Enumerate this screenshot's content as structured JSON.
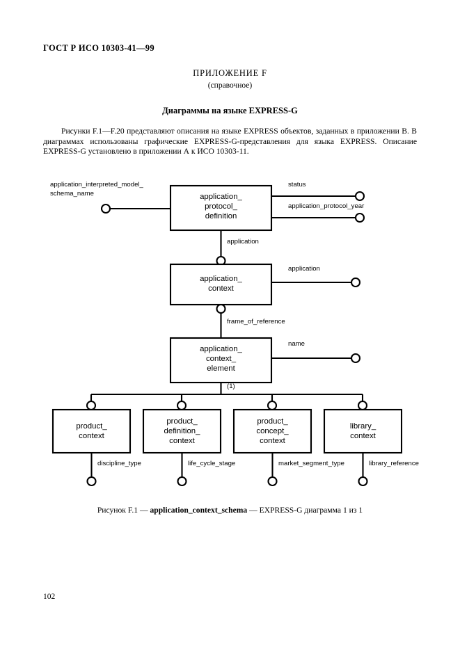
{
  "document": {
    "standard_header": "ГОСТ Р ИСО 10303-41—99",
    "annex_title": "ПРИЛОЖЕНИЕ F",
    "annex_subtitle": "(справочное)",
    "section_title": "Диаграммы на языке EXPRESS-G",
    "intro_paragraph": "Рисунки F.1—F.20 представляют описания на языке EXPRESS объектов, заданных в приложении В. В диаграммах использованы графические EXPRESS-G-представления для языка EXPRESS. Описание EXPRESS-G установлено в приложении А к ИСО 10303-11.",
    "figure_caption_prefix": "Рисунок F.1 — ",
    "figure_caption_schema": "application_context_schema",
    "figure_caption_suffix": " — EXPRESS-G диаграмма 1 из 1",
    "page_number": "102"
  },
  "diagram": {
    "type": "express-g",
    "entities": [
      {
        "id": "application_protocol_definition",
        "lines": [
          "application_",
          "protocol_",
          "definition"
        ]
      },
      {
        "id": "application_context",
        "lines": [
          "application_",
          "context"
        ]
      },
      {
        "id": "application_context_element",
        "lines": [
          "application_",
          "context_",
          "element"
        ]
      },
      {
        "id": "product_context",
        "lines": [
          "product_",
          "context"
        ]
      },
      {
        "id": "product_definition_context",
        "lines": [
          "product_",
          "definition_",
          "context"
        ]
      },
      {
        "id": "product_concept_context",
        "lines": [
          "product_",
          "concept_",
          "context"
        ]
      },
      {
        "id": "library_context",
        "lines": [
          "library_",
          "context"
        ]
      }
    ],
    "attributes": [
      {
        "id": "application_interpreted_model_schema_name",
        "lines": [
          "application_interpreted_model_",
          "schema_name"
        ],
        "owner": "application_protocol_definition",
        "side": "left"
      },
      {
        "id": "status",
        "lines": [
          "status"
        ],
        "owner": "application_protocol_definition",
        "side": "right"
      },
      {
        "id": "application_protocol_year",
        "lines": [
          "application_protocol_year"
        ],
        "owner": "application_protocol_definition",
        "side": "right"
      },
      {
        "id": "application_rel",
        "lines": [
          "application"
        ],
        "owner": "application_protocol_definition",
        "side": "bottom"
      },
      {
        "id": "application_attr",
        "lines": [
          "application"
        ],
        "owner": "application_context",
        "side": "right"
      },
      {
        "id": "frame_of_reference",
        "lines": [
          "frame_of_reference"
        ],
        "owner": "application_context",
        "side": "bottom"
      },
      {
        "id": "name",
        "lines": [
          "name"
        ],
        "owner": "application_context_element",
        "side": "right"
      },
      {
        "id": "discipline_type",
        "lines": [
          "discipline_type"
        ],
        "owner": "product_context",
        "side": "bottom"
      },
      {
        "id": "life_cycle_stage",
        "lines": [
          "life_cycle_stage"
        ],
        "owner": "product_definition_context",
        "side": "bottom"
      },
      {
        "id": "market_segment_type",
        "lines": [
          "market_segment_type"
        ],
        "owner": "product_concept_context",
        "side": "bottom"
      },
      {
        "id": "library_reference",
        "lines": [
          "library_reference"
        ],
        "owner": "library_context",
        "side": "bottom"
      }
    ],
    "cardinality_label": "(1)",
    "line_color": "#000000",
    "box_fill": "#ffffff"
  },
  "labels": {
    "apd_l1": "application_",
    "apd_l2": "protocol_",
    "apd_l3": "definition",
    "ac_l1": "application_",
    "ac_l2": "context",
    "ace_l1": "application_",
    "ace_l2": "context_",
    "ace_l3": "element",
    "pc_l1": "product_",
    "pc_l2": "context",
    "pdc_l1": "product_",
    "pdc_l2": "definition_",
    "pdc_l3": "context",
    "pcc_l1": "product_",
    "pcc_l2": "concept_",
    "pcc_l3": "context",
    "lc_l1": "library_",
    "lc_l2": "context",
    "aim_l1": "application_interpreted_model_",
    "aim_l2": "schema_name",
    "status": "status",
    "apy": "application_protocol_year",
    "application_down": "application",
    "application_right": "application",
    "frame_of_reference": "frame_of_reference",
    "name": "name",
    "cardinality": "(1)",
    "discipline_type": "discipline_type",
    "life_cycle_stage": "life_cycle_stage",
    "market_segment_type": "market_segment_type",
    "library_reference": "library_reference"
  }
}
